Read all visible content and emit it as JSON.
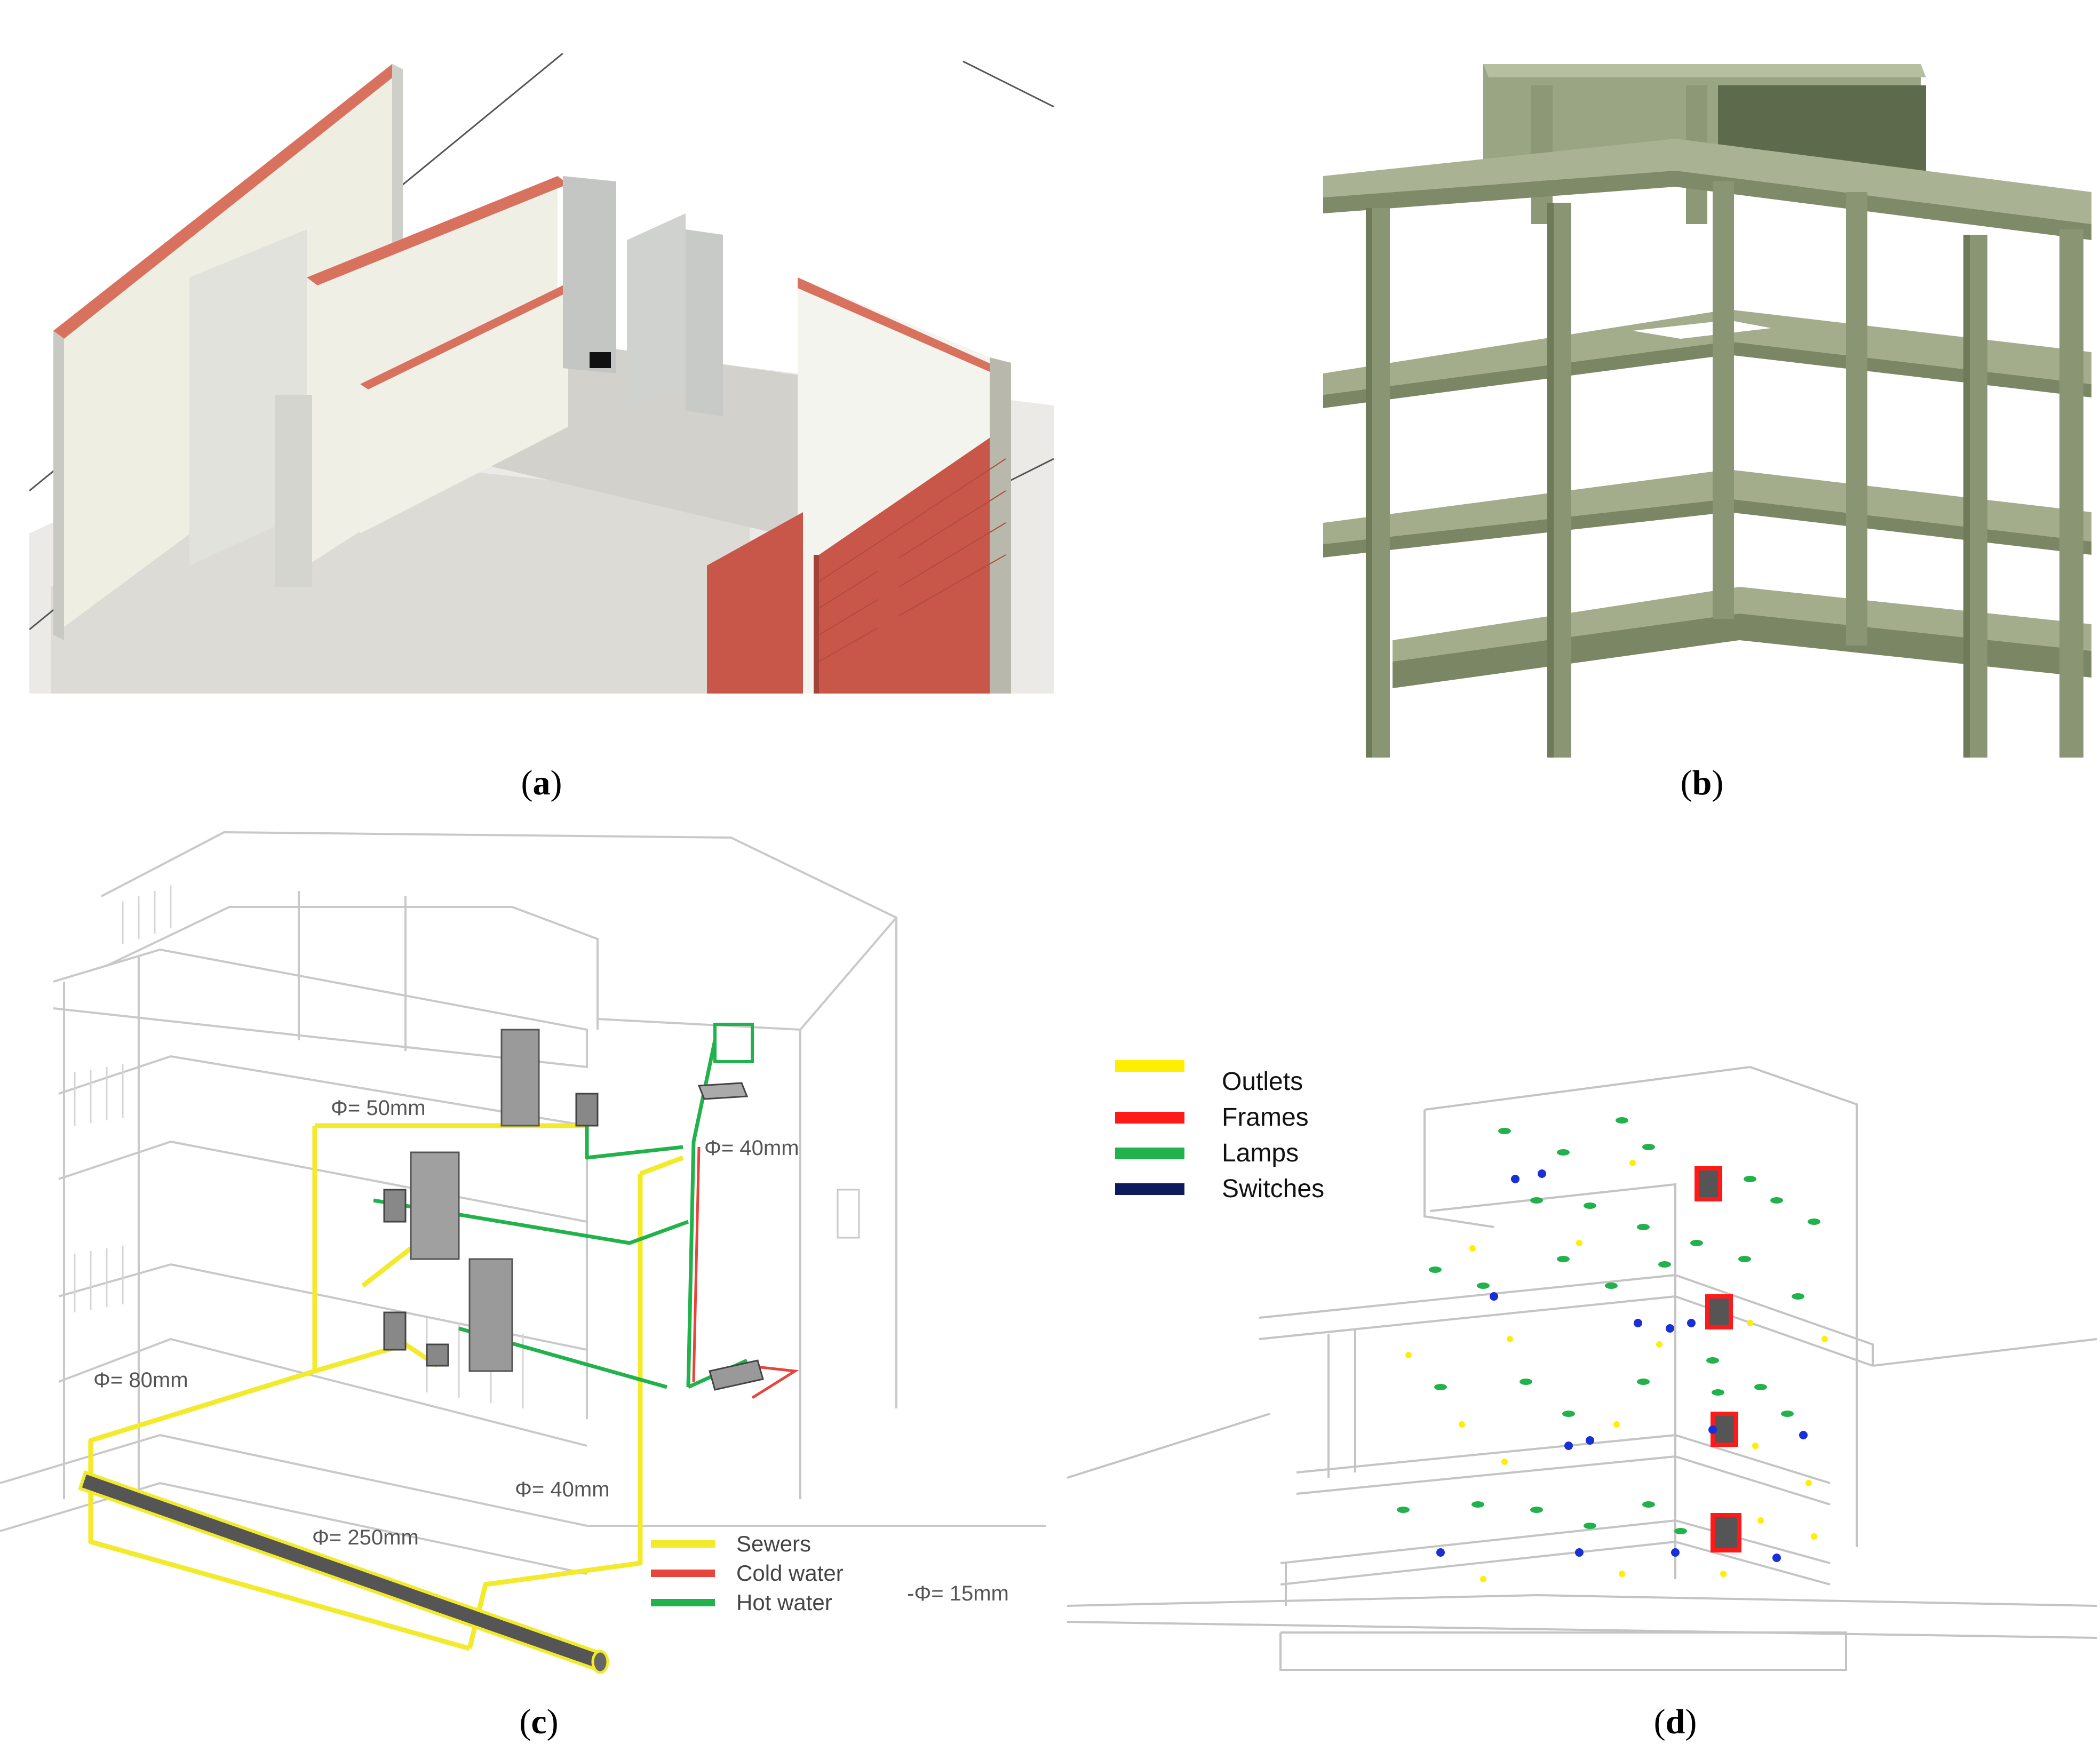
{
  "panels": [
    {
      "id": "a",
      "caption": "a"
    },
    {
      "id": "b",
      "caption": "b"
    },
    {
      "id": "c",
      "caption": "c"
    },
    {
      "id": "d",
      "caption": "d"
    }
  ],
  "panel_c": {
    "pipe_labels": {
      "d50": "Φ= 50mm",
      "d40_top": "Φ= 40mm",
      "d80": "Φ= 80mm",
      "d40_bottom": "Φ= 40mm",
      "d250": "Φ= 250mm",
      "d15": "-Φ= 15mm"
    },
    "legend": [
      {
        "label": "Sewers",
        "color": "#f2ea2a"
      },
      {
        "label": "Cold water",
        "color": "#e8443a"
      },
      {
        "label": "Hot water",
        "color": "#22b24c"
      }
    ]
  },
  "panel_d": {
    "legend": [
      {
        "label": "Outlets",
        "color": "#ffee00"
      },
      {
        "label": "Frames",
        "color": "#ff1a1a"
      },
      {
        "label": "Lamps",
        "color": "#22b24c"
      },
      {
        "label": "Switches",
        "color": "#0d1a5c"
      }
    ]
  }
}
